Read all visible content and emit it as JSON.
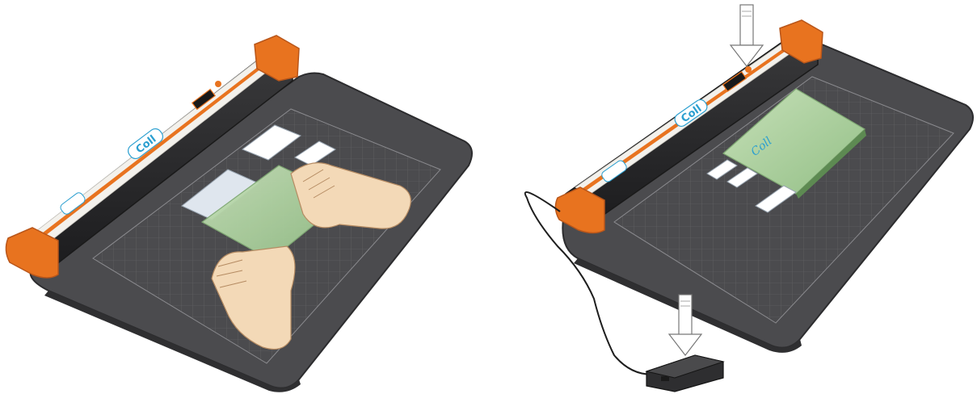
{
  "illustration": {
    "left_panel": {
      "device": {
        "brand": "Coll",
        "body_color": "#4a4a4c",
        "accent_color": "#e8731f",
        "bar_color": "#2d2d2f"
      },
      "sheet": {
        "color": "#a9cf9b"
      }
    },
    "right_panel": {
      "device": {
        "brand": "Coll",
        "body_color": "#4a4a4c",
        "accent_color": "#e8731f",
        "bar_color": "#2d2d2f"
      },
      "sheet": {
        "color": "#a9cf9b",
        "label": "Coll",
        "sublabel": ""
      },
      "pedal": {
        "color": "#2e2e30"
      }
    }
  },
  "icons": {
    "press_arrow_top": "down-arrow-icon",
    "press_arrow_pedal": "down-arrow-icon",
    "hand_top": "hand-icon",
    "hand_bottom": "hand-icon"
  }
}
